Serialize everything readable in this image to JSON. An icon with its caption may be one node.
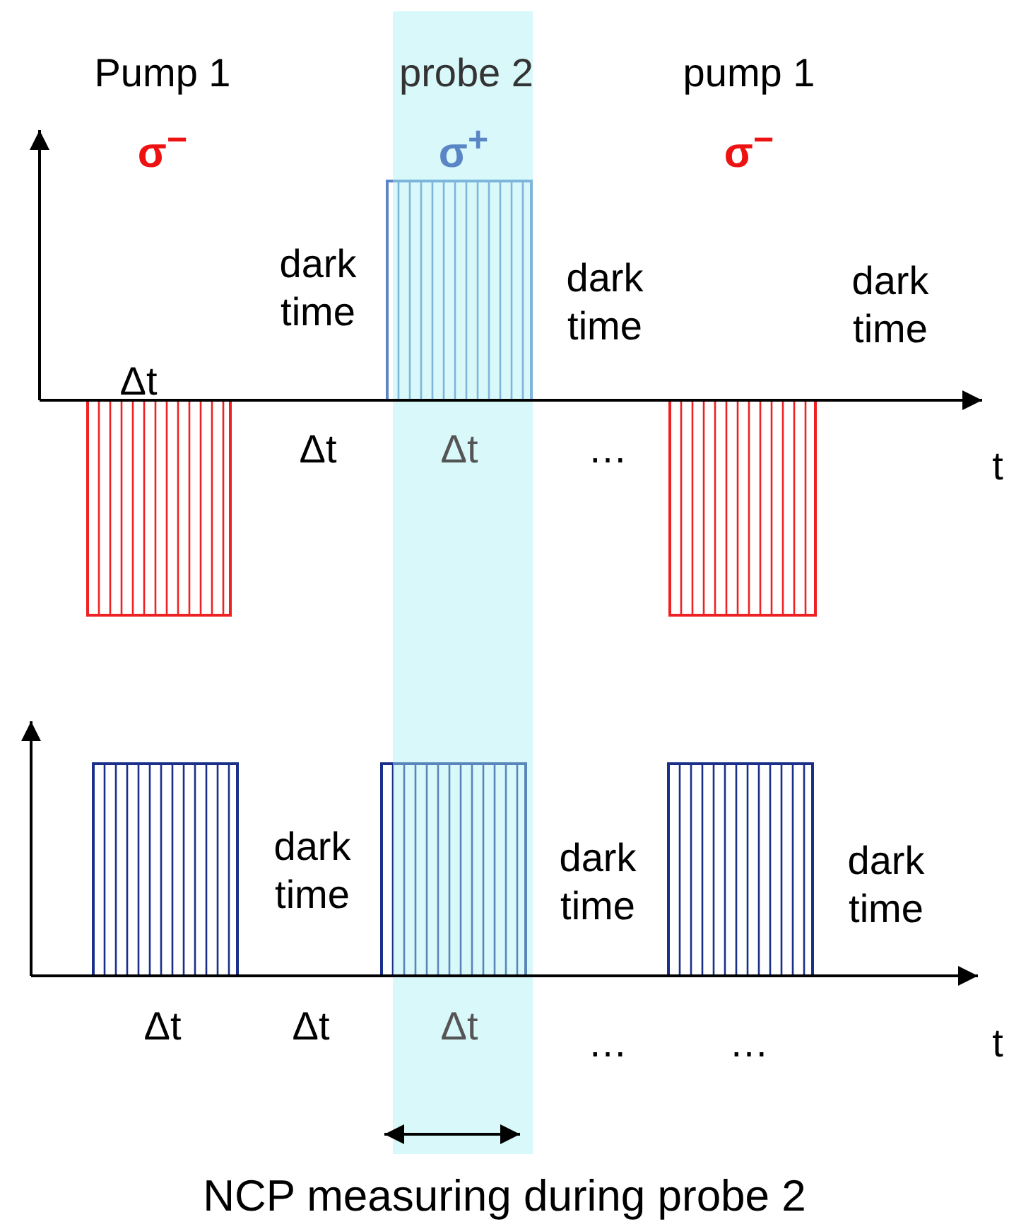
{
  "diagram": {
    "caption": "NCP measuring during probe 2",
    "labels": [
      "Pump 1",
      "probe 2",
      "pump 1",
      "σ$^{−}$",
      "σ$^{+}$",
      "σ$^{−}$",
      "dark time",
      "dark time",
      "dark time",
      "Δt",
      "Δt",
      "Δt",
      "…",
      "t",
      "dark time",
      "dark time",
      "dark time",
      "Δt",
      "Δt",
      "Δt",
      "…",
      "…",
      "t"
    ]
  }
}
